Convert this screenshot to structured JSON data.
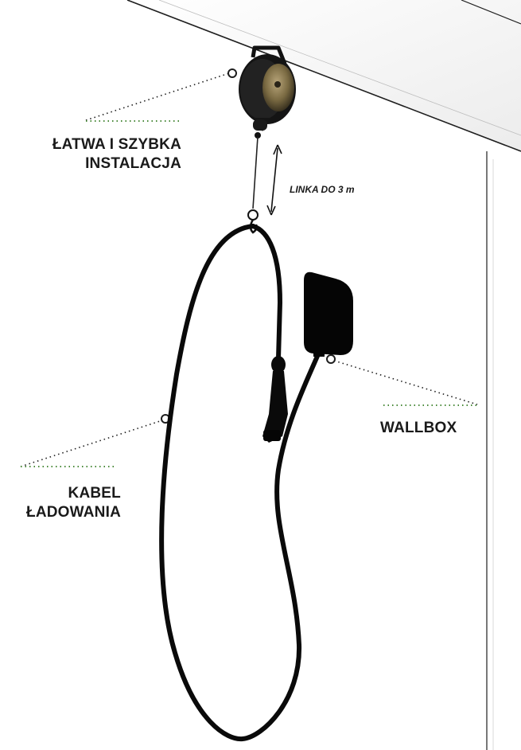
{
  "labels": {
    "installation": {
      "line1": "ŁATWA I SZYBKA",
      "line2": "INSTALACJA"
    },
    "line_length": "LINKA DO 3 m",
    "wallbox": "WALLBOX",
    "charging_cable": {
      "line1": "KABEL",
      "line2": "ŁADOWANIA"
    }
  },
  "colors": {
    "ceiling_line": "#1e1e1e",
    "cable": "#0a0a0a",
    "wallbox_body": "#050505",
    "callout_dots": "#1e1e1e",
    "callout_accent": "#4a8a3a",
    "reel_hub": "#7a6a42"
  },
  "icons": [
    "ceiling-reel-icon",
    "wallbox-icon",
    "charging-plug-icon",
    "double-arrow-icon"
  ]
}
